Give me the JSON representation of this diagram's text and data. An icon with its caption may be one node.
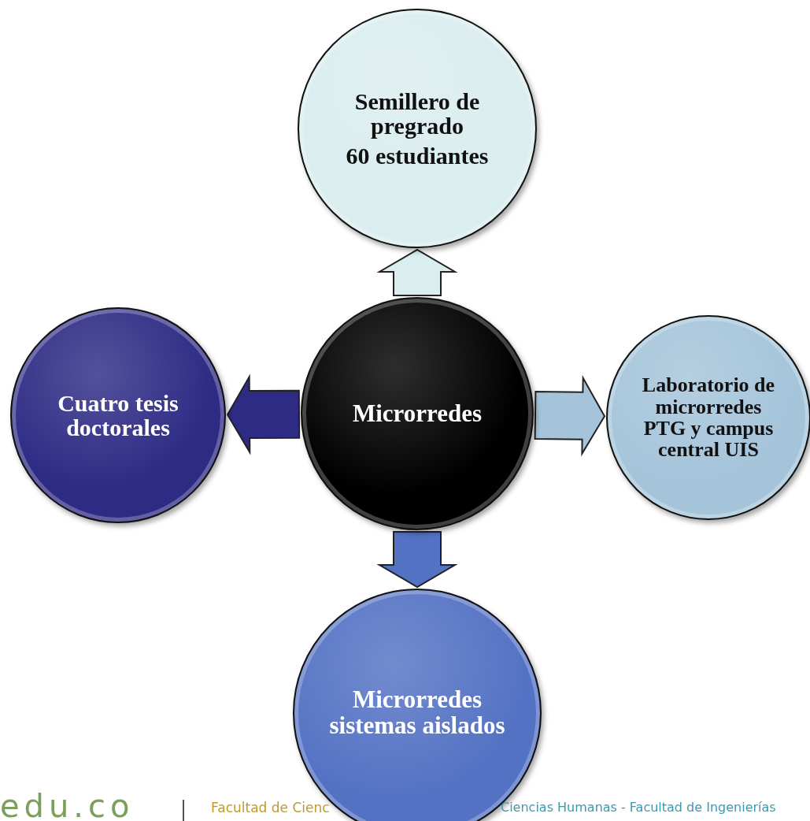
{
  "diagram": {
    "nodes": [
      {
        "text": [
          "Microrredes"
        ]
      },
      {
        "text": [
          "Semillero de pregrado",
          "60 estudiantes"
        ]
      },
      {
        "text": [
          "Laboratorio de microrredes PTG y campus central UIS"
        ]
      },
      {
        "text": [
          "Microrredes sistemas aislados"
        ]
      },
      {
        "text": [
          "Cuatro tesis doctorales"
        ]
      }
    ],
    "edges": [
      {
        "from": 0,
        "to": 1,
        "arrow": "to",
        "color": "#daedef"
      },
      {
        "from": 0,
        "to": 2,
        "arrow": "to",
        "color": "#a5c4da"
      },
      {
        "from": 0,
        "to": 3,
        "arrow": "to",
        "color": "#5472c4"
      },
      {
        "from": 0,
        "to": 4,
        "arrow": "to",
        "color": "#2e2b85"
      }
    ],
    "labels": [
      "edu.co",
      "Facultad de Cienc",
      "Ciencias Humanas - Facultad de Ingenierías"
    ]
  }
}
